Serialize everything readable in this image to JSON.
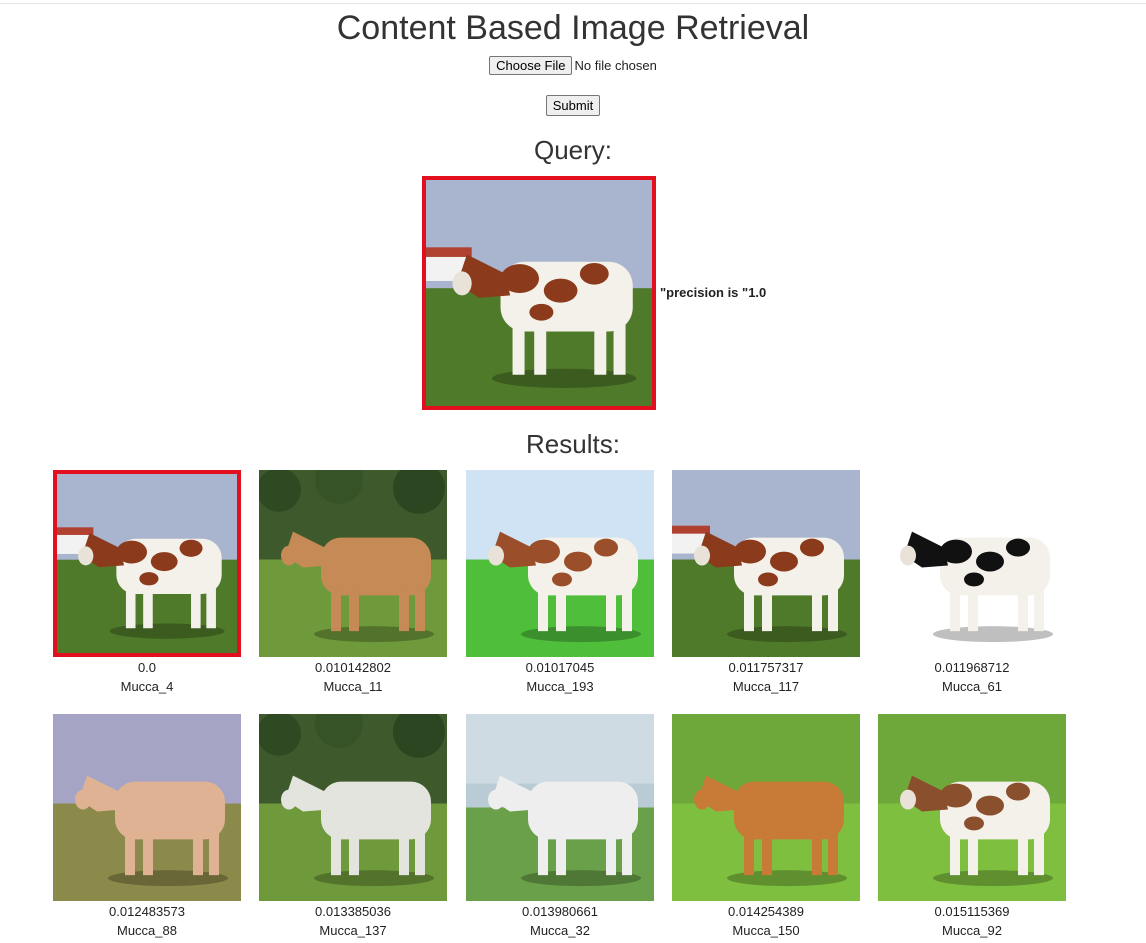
{
  "page": {
    "title": "Content Based Image Retrieval"
  },
  "upload": {
    "choose_label": "Choose File",
    "file_status": "No file chosen",
    "submit_label": "Submit"
  },
  "query": {
    "heading": "Query:",
    "precision_text": "\"precision is \"1.0",
    "image": {
      "style": "piebald",
      "coat": "#8b3a1c",
      "bg": "sky",
      "border": "#e2101e"
    }
  },
  "results": {
    "heading": "Results:",
    "items": [
      {
        "distance": "0.0",
        "name": "Mucca_4",
        "style": "piebald",
        "coat": "#8b3a1c",
        "bg": "sky",
        "border": "#e2101e"
      },
      {
        "distance": "0.010142802",
        "name": "Mucca_11",
        "style": "solid",
        "coat": "#c58a55",
        "bg": "forest",
        "border": ""
      },
      {
        "distance": "0.01017045",
        "name": "Mucca_193",
        "style": "piebald",
        "coat": "#9a4f2a",
        "bg": "bluesky",
        "border": ""
      },
      {
        "distance": "0.011757317",
        "name": "Mucca_117",
        "style": "piebald",
        "coat": "#8b3a1c",
        "bg": "sky",
        "border": ""
      },
      {
        "distance": "0.011968712",
        "name": "Mucca_61",
        "style": "piebald",
        "coat": "#111111",
        "bg": "white",
        "border": ""
      },
      {
        "distance": "0.012483573",
        "name": "Mucca_88",
        "style": "solid",
        "coat": "#e0b294",
        "bg": "dusk",
        "border": ""
      },
      {
        "distance": "0.013385036",
        "name": "Mucca_137",
        "style": "solid",
        "coat": "#e4e4de",
        "bg": "forest",
        "border": ""
      },
      {
        "distance": "0.013980661",
        "name": "Mucca_32",
        "style": "solid",
        "coat": "#eeeeee",
        "bg": "paleblue",
        "border": ""
      },
      {
        "distance": "0.014254389",
        "name": "Mucca_150",
        "style": "solid",
        "coat": "#c77b36",
        "bg": "grass",
        "border": ""
      },
      {
        "distance": "0.015115369",
        "name": "Mucca_92",
        "style": "piebald",
        "coat": "#8a4f2c",
        "bg": "grass",
        "border": ""
      }
    ]
  }
}
